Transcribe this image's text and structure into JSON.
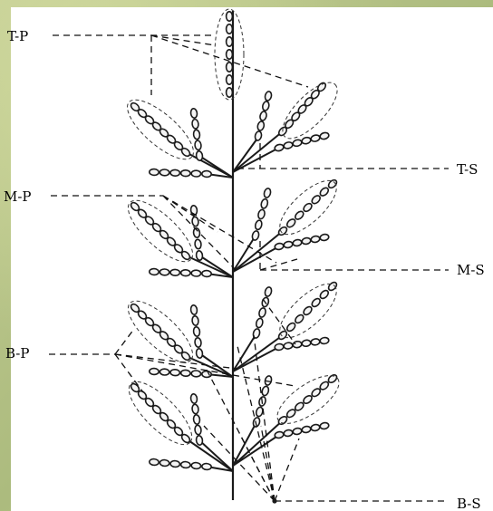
{
  "labels": {
    "tp": "T-P",
    "mp": "M-P",
    "bp": "B-P",
    "ts": "T-S",
    "ms": "M-S",
    "bs": "B-S"
  },
  "colors": {
    "background": "#b8c487",
    "panel": "#ffffff",
    "ink": "#1a1a1a"
  }
}
